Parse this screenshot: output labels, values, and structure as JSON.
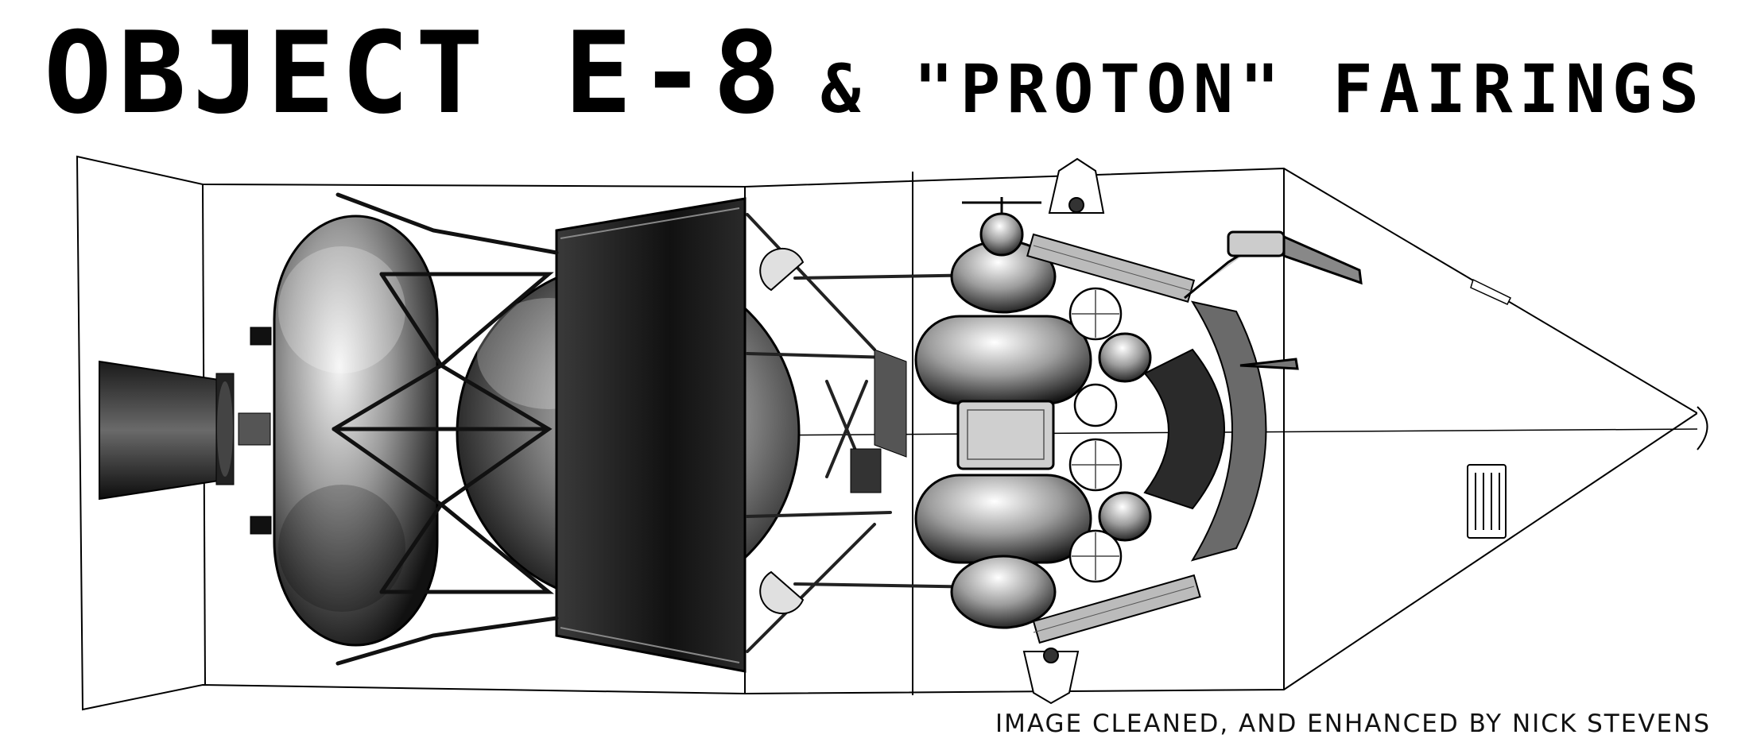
{
  "title": {
    "main": "OBJECT E-8",
    "rest": "& \"PROTON\" FAIRINGS"
  },
  "credit": "IMAGE CLEANED, AND ENHANCED BY NICK STEVENS",
  "colors": {
    "ink": "#000000",
    "paper": "#ffffff",
    "shade_dark": "#141414",
    "shade_mid": "#6e6e6e",
    "shade_light": "#d9d9d9"
  }
}
